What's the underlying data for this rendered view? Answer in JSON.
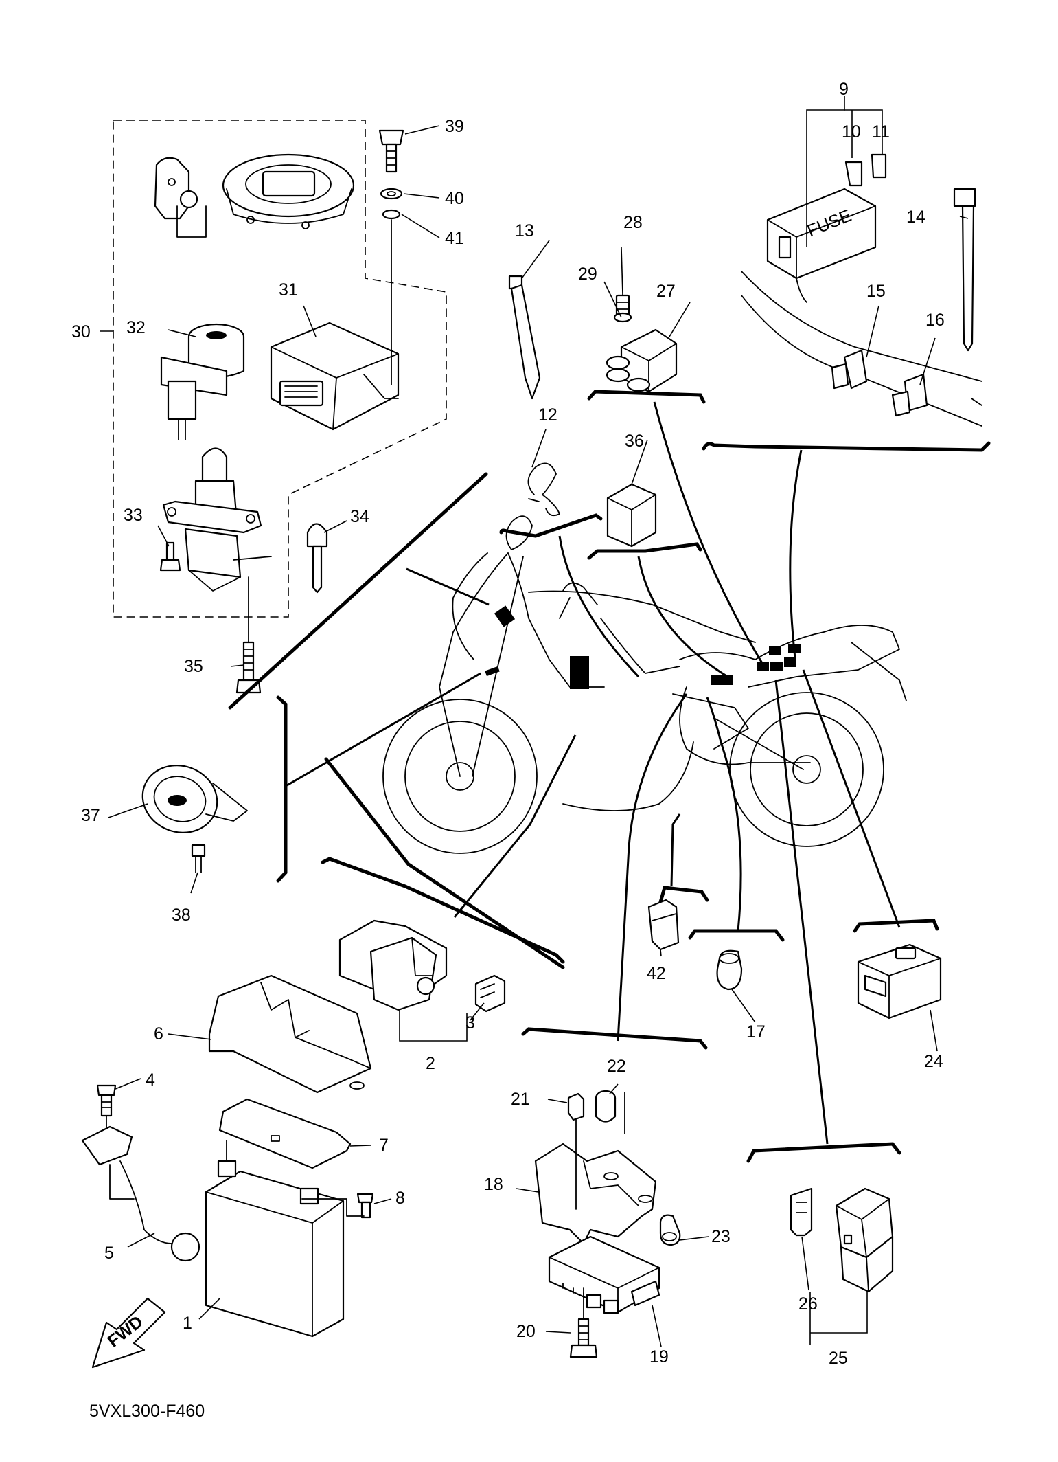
{
  "diagram": {
    "code": "5VXL300-F460",
    "fwd_label": "FWD",
    "fuse_label": "FUSE",
    "callouts": [
      "1",
      "2",
      "3",
      "4",
      "5",
      "6",
      "7",
      "8",
      "9",
      "10",
      "11",
      "12",
      "13",
      "14",
      "15",
      "16",
      "17",
      "18",
      "19",
      "20",
      "21",
      "22",
      "23",
      "24",
      "25",
      "26",
      "27",
      "28",
      "29",
      "30",
      "31",
      "32",
      "33",
      "34",
      "35",
      "36",
      "37",
      "38",
      "39",
      "40",
      "41",
      "42"
    ]
  }
}
